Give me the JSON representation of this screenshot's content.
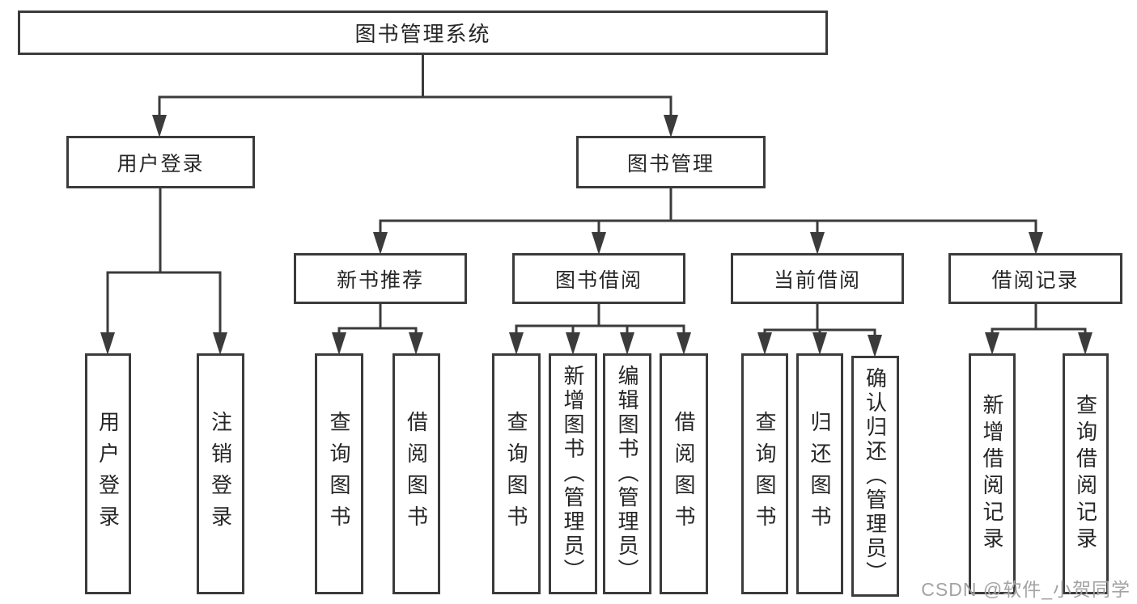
{
  "diagram": {
    "root": "图书管理系统",
    "level2": [
      {
        "label": "用户登录"
      },
      {
        "label": "图书管理"
      }
    ],
    "level3": [
      {
        "label": "新书推荐"
      },
      {
        "label": "图书借阅"
      },
      {
        "label": "当前借阅"
      },
      {
        "label": "借阅记录"
      }
    ],
    "leaves": [
      {
        "label": "用户登录",
        "parent": "用户登录"
      },
      {
        "label": "注销登录",
        "parent": "用户登录"
      },
      {
        "label": "查询图书",
        "parent": "新书推荐"
      },
      {
        "label": "借阅图书",
        "parent": "新书推荐"
      },
      {
        "label": "查询图书",
        "parent": "图书借阅"
      },
      {
        "label": "新增图书（管理员）",
        "parent": "图书借阅"
      },
      {
        "label": "编辑图书（管理员）",
        "parent": "图书借阅"
      },
      {
        "label": "借阅图书",
        "parent": "图书借阅"
      },
      {
        "label": "查询图书",
        "parent": "当前借阅"
      },
      {
        "label": "归还图书",
        "parent": "当前借阅"
      },
      {
        "label": "确认归还（管理员）",
        "parent": "当前借阅"
      },
      {
        "label": "新增借阅记录",
        "parent": "借阅记录"
      },
      {
        "label": "查询借阅记录",
        "parent": "借阅记录"
      }
    ]
  },
  "watermark": {
    "text": "CSDN @软件_小贺同学"
  },
  "colors": {
    "line": "#3b3b3b",
    "box_border": "#3b3b3b",
    "text": "#262626",
    "watermark": "#a3a3a3",
    "background": "#ffffff"
  }
}
